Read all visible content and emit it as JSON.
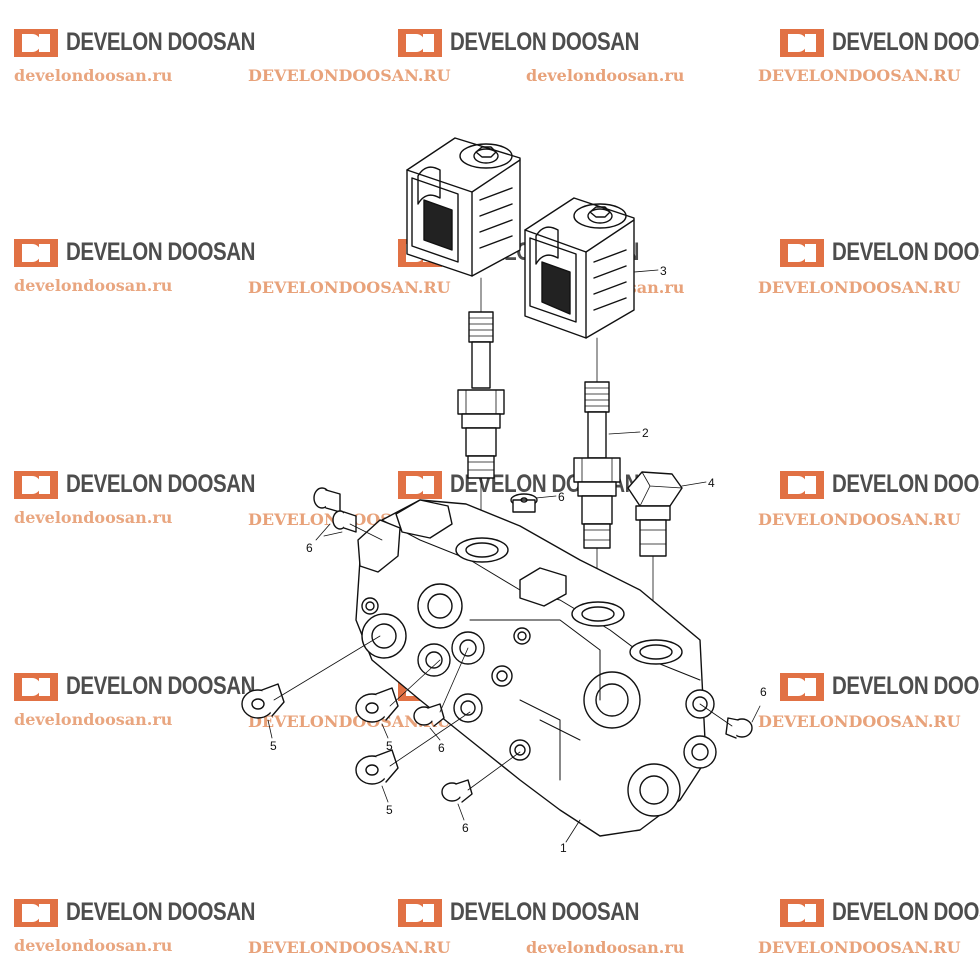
{
  "watermark": {
    "brand": "DEVELON DOOSAN",
    "site_lower": "develondoosan.ru",
    "site_upper": "DEVELONDOOSAN.RU",
    "logo_color": "#e06a3a",
    "text_color": "#444444",
    "site_color": "#e8a27a"
  },
  "callouts": {
    "c1": "1",
    "c2": "2",
    "c3": "3",
    "c4": "4",
    "c5a": "5",
    "c5b": "5",
    "c5c": "5",
    "c6a": "6",
    "c6b": "6",
    "c6c": "6",
    "c6d": "6",
    "c6e": "6"
  }
}
